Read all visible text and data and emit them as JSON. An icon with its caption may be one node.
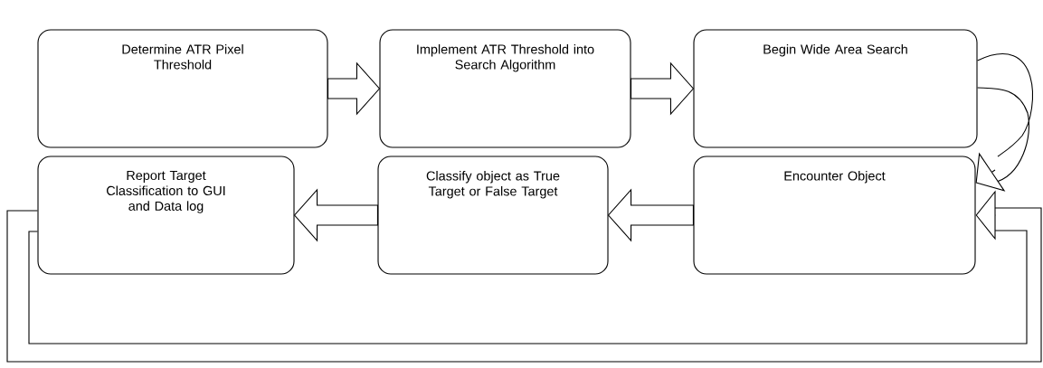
{
  "diagram": {
    "nodes": [
      {
        "text": [
          "Determine ATR Pixel Threshold"
        ]
      },
      {
        "text": [
          "Implement ATR Threshold into Search Algorithm"
        ]
      },
      {
        "text": [
          "Begin Wide Area Search"
        ]
      },
      {
        "text": [
          "Report Target Classification to GUI and Data log"
        ]
      },
      {
        "text": [
          "Classify object as True Target or False Target"
        ]
      },
      {
        "text": [
          "Encounter Object"
        ]
      }
    ],
    "edges": [
      {
        "from": 0,
        "to": 1,
        "arrow": "to"
      },
      {
        "from": 1,
        "to": 2,
        "arrow": "to"
      },
      {
        "from": 2,
        "to": 5,
        "arrow": "to"
      },
      {
        "from": 5,
        "to": 4,
        "arrow": "to"
      },
      {
        "from": 4,
        "to": 3,
        "arrow": "to"
      },
      {
        "from": 3,
        "to": 5,
        "arrow": "to"
      }
    ]
  }
}
